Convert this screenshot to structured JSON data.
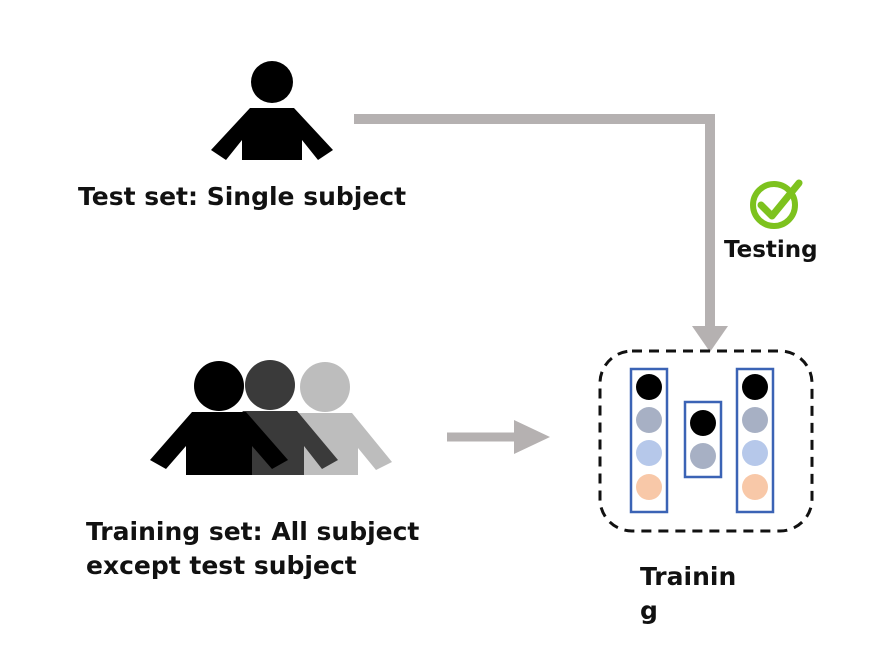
{
  "test_set": {
    "label": "Test set: Single subject"
  },
  "testing": {
    "label": "Testing"
  },
  "training_set": {
    "label_line1": "Training set: All subject",
    "label_line2": "except test subject"
  },
  "training": {
    "label_line1": "Trainin",
    "label_line2": "g"
  },
  "icons": {
    "test_subject": "person-icon",
    "training_subjects": "people-group-icon",
    "check": "check-circle-icon"
  },
  "colors": {
    "arrow": "#b5b1b1",
    "person_dark": "#000000",
    "person_mid": "#3a3a3a",
    "person_light": "#bdbdbd",
    "check_green": "#7dc21e",
    "column_border": "#3b63b5",
    "node_black": "#000000",
    "node_gray": "#a7b0c4",
    "node_blue": "#b6c8ea",
    "node_peach": "#f8c8a8"
  }
}
